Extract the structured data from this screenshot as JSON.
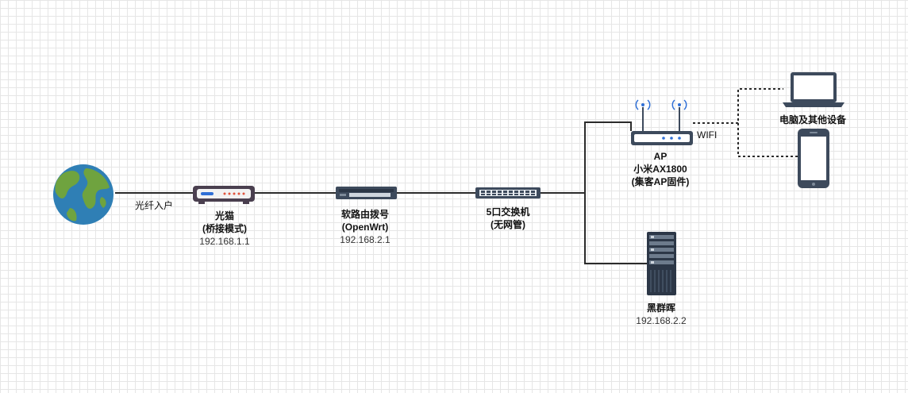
{
  "internet": {
    "fiber_label": "光纤入户"
  },
  "modem": {
    "name": "光猫",
    "mode": "(桥接模式)",
    "ip": "192.168.1.1"
  },
  "soft_router": {
    "name": "软路由拨号",
    "firmware": "(OpenWrt)",
    "ip": "192.168.2.1"
  },
  "switch": {
    "name": "5口交换机",
    "note": "(无网管)"
  },
  "ap": {
    "name": "AP",
    "model": "小米AX1800",
    "firmware": "(集客AP固件)",
    "wifi_label": "WIFI"
  },
  "devices": {
    "label": "电脑及其他设备"
  },
  "nas": {
    "name": "黑群晖",
    "ip": "192.168.2.2"
  },
  "colors": {
    "line": "#2b2b2b",
    "device_dark": "#3d4a5c",
    "accent_blue": "#2f6fd6",
    "accent_red": "#e0533c",
    "globe_water": "#2f7fb5",
    "globe_land": "#6fa33f"
  }
}
